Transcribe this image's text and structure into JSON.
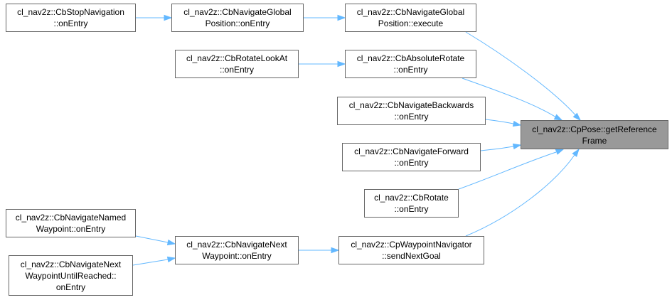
{
  "colors": {
    "edge": "#63b8ff",
    "node_border": "#666666",
    "target_fill": "#999999"
  },
  "nodes": {
    "target": [
      "cl_nav2z::CpPose::getReference",
      "Frame"
    ],
    "stop_nav_onentry": [
      "cl_nav2z::CbStopNavigation",
      "::onEntry"
    ],
    "nav_global_pos_onentry": [
      "cl_nav2z::CbNavigateGlobal",
      "Position::onEntry"
    ],
    "nav_global_pos_execute": [
      "cl_nav2z::CbNavigateGlobal",
      "Position::execute"
    ],
    "rotate_lookat_onentry": [
      "cl_nav2z::CbRotateLookAt",
      "::onEntry"
    ],
    "absolute_rotate_onentry": [
      "cl_nav2z::CbAbsoluteRotate",
      "::onEntry"
    ],
    "nav_backwards_onentry": [
      "cl_nav2z::CbNavigateBackwards",
      "::onEntry"
    ],
    "nav_forward_onentry": [
      "cl_nav2z::CbNavigateForward",
      "::onEntry"
    ],
    "rotate_onentry": [
      "cl_nav2z::CbRotate",
      "::onEntry"
    ],
    "nav_named_wp_onentry": [
      "cl_nav2z::CbNavigateNamed",
      "Waypoint::onEntry"
    ],
    "nav_next_wp_until_onentry": [
      "cl_nav2z::CbNavigateNext",
      "WaypointUntilReached::",
      "onEntry"
    ],
    "nav_next_wp_onentry": [
      "cl_nav2z::CbNavigateNext",
      "Waypoint::onEntry"
    ],
    "wp_navigator_send_next_goal": [
      "cl_nav2z::CpWaypointNavigator",
      "::sendNextGoal"
    ]
  }
}
